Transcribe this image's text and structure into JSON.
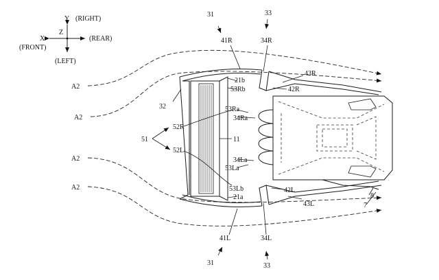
{
  "axes": {
    "y": "Y",
    "right": "(RIGHT)",
    "x": "X",
    "front": "(FRONT)",
    "z": "Z",
    "rear": "(REAR)",
    "left": "(LEFT)"
  },
  "labels": {
    "l31_top": "31",
    "l41R": "41R",
    "l33_top": "33",
    "l34R": "34R",
    "l43R": "43R",
    "l42R": "42R",
    "l21b": "21b",
    "l53Rb": "53Rb",
    "l32": "32",
    "l53Ra": "53Ra",
    "l34Ra": "34Ra",
    "l52R": "52R",
    "l51": "51",
    "l11": "11",
    "l52L": "52L",
    "l34La": "34La",
    "l53La": "53La",
    "l53Lb": "53Lb",
    "l21a": "21a",
    "l42L": "42L",
    "l43L": "43L",
    "l8": "8",
    "l7": "7",
    "l41L": "41L",
    "l34L": "34L",
    "l31_bot": "31",
    "l33_bot": "33",
    "a2_1": "A2",
    "a2_2": "A2",
    "a2_3": "A2",
    "a2_4": "A2"
  },
  "colors": {
    "ink": "#1a1a1a",
    "background": "#ffffff"
  }
}
